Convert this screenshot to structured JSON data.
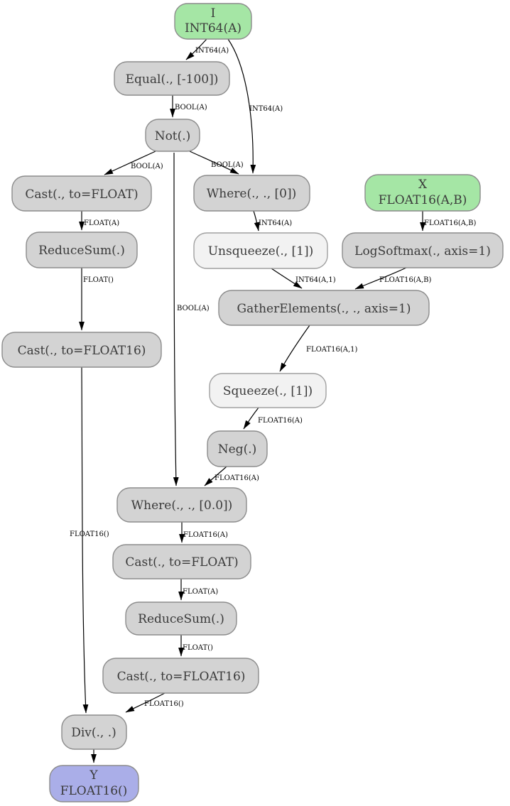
{
  "colors": {
    "background": "#ffffff",
    "input_fill": "#a5e6a5",
    "output_fill": "#aaaee8",
    "op_fill": "#d3d3d3",
    "shape_fill": "#f2f2f2",
    "node_stroke": "#8c8c8c",
    "edge_color": "#000000"
  },
  "graph": {
    "nodes": [
      {
        "id": "I",
        "kind": "input",
        "line1": "I",
        "line2": "INT64(A)"
      },
      {
        "id": "Equal",
        "kind": "op",
        "label": "Equal(., [-100])"
      },
      {
        "id": "Not",
        "kind": "op",
        "label": "Not(.)"
      },
      {
        "id": "CastFloatLeft",
        "kind": "op",
        "label": "Cast(., to=FLOAT)"
      },
      {
        "id": "ReduceSumLeft",
        "kind": "op",
        "label": "ReduceSum(.)"
      },
      {
        "id": "CastFloat16Left",
        "kind": "op",
        "label": "Cast(., to=FLOAT16)"
      },
      {
        "id": "WhereZero",
        "kind": "op",
        "label": "Where(., ., [0])"
      },
      {
        "id": "X",
        "kind": "input",
        "line1": "X",
        "line2": "FLOAT16(A,B)"
      },
      {
        "id": "Unsqueeze",
        "kind": "shape",
        "label": "Unsqueeze(., [1])"
      },
      {
        "id": "LogSoftmax",
        "kind": "op",
        "label": "LogSoftmax(., axis=1)"
      },
      {
        "id": "GatherElements",
        "kind": "op",
        "label": "GatherElements(., ., axis=1)"
      },
      {
        "id": "Squeeze",
        "kind": "shape",
        "label": "Squeeze(., [1])"
      },
      {
        "id": "Neg",
        "kind": "op",
        "label": "Neg(.)"
      },
      {
        "id": "WhereZeroFloat",
        "kind": "op",
        "label": "Where(., ., [0.0])"
      },
      {
        "id": "CastFloatMid",
        "kind": "op",
        "label": "Cast(., to=FLOAT)"
      },
      {
        "id": "ReduceSumMid",
        "kind": "op",
        "label": "ReduceSum(.)"
      },
      {
        "id": "CastFloat16Mid",
        "kind": "op",
        "label": "Cast(., to=FLOAT16)"
      },
      {
        "id": "Div",
        "kind": "op",
        "label": "Div(., .)"
      },
      {
        "id": "Y",
        "kind": "output",
        "line1": "Y",
        "line2": "FLOAT16()"
      }
    ],
    "edges": [
      {
        "from": "I",
        "to": "Equal",
        "label": "INT64(A)"
      },
      {
        "from": "I",
        "to": "WhereZero",
        "label": "INT64(A)"
      },
      {
        "from": "Equal",
        "to": "Not",
        "label": "BOOL(A)"
      },
      {
        "from": "Not",
        "to": "CastFloatLeft",
        "label": "BOOL(A)"
      },
      {
        "from": "Not",
        "to": "WhereZero",
        "label": "BOOL(A)"
      },
      {
        "from": "Not",
        "to": "WhereZeroFloat",
        "label": "BOOL(A)"
      },
      {
        "from": "CastFloatLeft",
        "to": "ReduceSumLeft",
        "label": "FLOAT(A)"
      },
      {
        "from": "ReduceSumLeft",
        "to": "CastFloat16Left",
        "label": "FLOAT()"
      },
      {
        "from": "CastFloat16Left",
        "to": "Div",
        "label": "FLOAT16()"
      },
      {
        "from": "WhereZero",
        "to": "Unsqueeze",
        "label": "INT64(A)"
      },
      {
        "from": "X",
        "to": "LogSoftmax",
        "label": "FLOAT16(A,B)"
      },
      {
        "from": "Unsqueeze",
        "to": "GatherElements",
        "label": "INT64(A,1)"
      },
      {
        "from": "LogSoftmax",
        "to": "GatherElements",
        "label": "FLOAT16(A,B)"
      },
      {
        "from": "GatherElements",
        "to": "Squeeze",
        "label": "FLOAT16(A,1)"
      },
      {
        "from": "Squeeze",
        "to": "Neg",
        "label": "FLOAT16(A)"
      },
      {
        "from": "Neg",
        "to": "WhereZeroFloat",
        "label": "FLOAT16(A)"
      },
      {
        "from": "WhereZeroFloat",
        "to": "CastFloatMid",
        "label": "FLOAT16(A)"
      },
      {
        "from": "CastFloatMid",
        "to": "ReduceSumMid",
        "label": "FLOAT(A)"
      },
      {
        "from": "ReduceSumMid",
        "to": "CastFloat16Mid",
        "label": "FLOAT()"
      },
      {
        "from": "CastFloat16Mid",
        "to": "Div",
        "label": "FLOAT16()"
      },
      {
        "from": "Div",
        "to": "Y",
        "label": ""
      }
    ]
  }
}
